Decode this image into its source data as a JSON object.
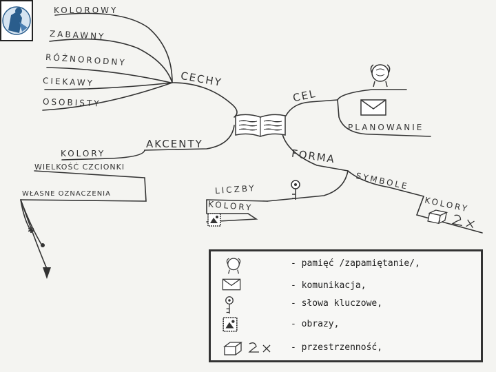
{
  "center": {
    "label": "",
    "icon": "open-book-icon"
  },
  "branches": {
    "cechy": {
      "label": "CECHY",
      "items": [
        "KOLOROWY",
        "ZABAWNY",
        "RÓŻNORODNY",
        "CIEKAWY",
        "OSOBISTY"
      ]
    },
    "cel": {
      "label": "CEL",
      "icon": "brain-icon",
      "items": [
        "PLANOWANIE"
      ],
      "sub_icon": "envelope-icon"
    },
    "akcenty": {
      "label": "AKCENTY",
      "items": [
        "KOLORY",
        "WIELKOŚĆ CZCIONKI",
        "WŁASNE OZNACZENIA"
      ],
      "markers": [
        "star-icon",
        "dot-icon",
        "heart-icon"
      ]
    },
    "forma": {
      "label": "FORMA",
      "icon": "keyword-pin-icon",
      "items": [
        "LICZBY",
        "KOLORY"
      ],
      "sub_icon": "picture-icon",
      "symbole": {
        "label": "SYMBOLE",
        "items": [
          "KOLORY"
        ],
        "sub_icon": "space-icon"
      }
    }
  },
  "legend": {
    "rows": [
      {
        "icon": "brain-icon",
        "text": "- pamięć /zapamiętanie/,"
      },
      {
        "icon": "envelope-icon",
        "text": "- komunikacja,"
      },
      {
        "icon": "keyword-pin-icon",
        "text": "- słowa kluczowe,"
      },
      {
        "icon": "picture-icon",
        "text": "- obrazy,"
      },
      {
        "icon": "space-icon",
        "text": "- przestrzenność,"
      }
    ]
  },
  "colors": {
    "ink": "#333333",
    "paper": "#f4f4f1",
    "logo": "#2a5d8c"
  }
}
